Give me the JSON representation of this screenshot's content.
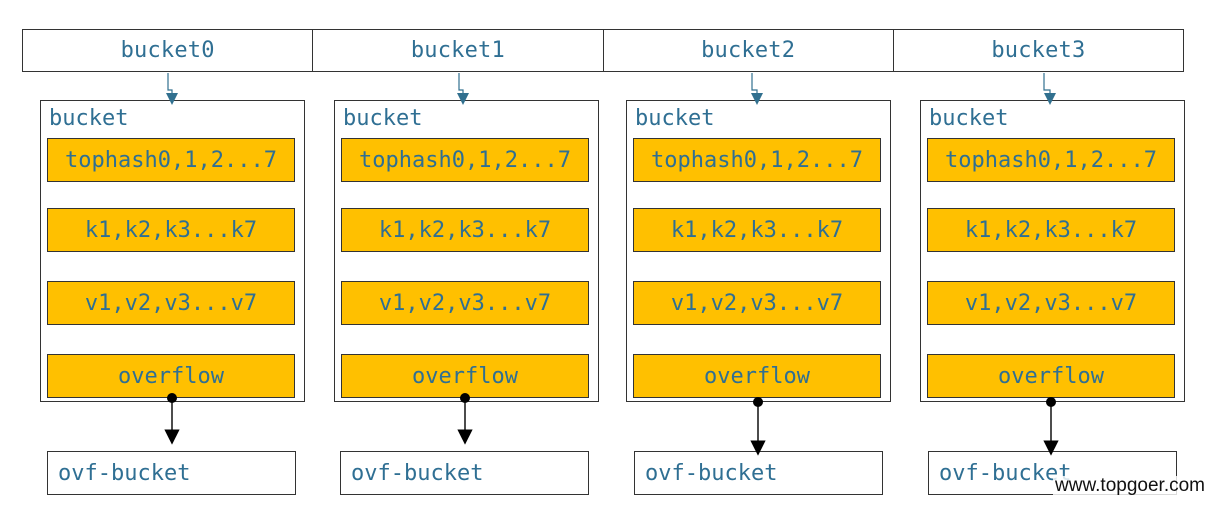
{
  "top_buckets": [
    "bucket0",
    "bucket1",
    "bucket2",
    "bucket3"
  ],
  "buckets": [
    {
      "title": "bucket",
      "tophash": "tophash0,1,2...7",
      "keys": "k1,k2,k3...k7",
      "values": "v1,v2,v3...v7",
      "overflow": "overflow",
      "ovf_bucket": "ovf-bucket"
    },
    {
      "title": "bucket",
      "tophash": "tophash0,1,2...7",
      "keys": "k1,k2,k3...k7",
      "values": "v1,v2,v3...v7",
      "overflow": "overflow",
      "ovf_bucket": "ovf-bucket"
    },
    {
      "title": "bucket",
      "tophash": "tophash0,1,2...7",
      "keys": "k1,k2,k3...k7",
      "values": "v1,v2,v3...v7",
      "overflow": "overflow",
      "ovf_bucket": "ovf-bucket"
    },
    {
      "title": "bucket",
      "tophash": "tophash0,1,2...7",
      "keys": "k1,k2,k3...k7",
      "values": "v1,v2,v3...v7",
      "overflow": "overflow",
      "ovf_bucket": "ovf-bucket"
    }
  ],
  "watermark": "www.topgoer.com",
  "faint_watermark": "",
  "colors": {
    "field_fill": "#ffc000",
    "text": "#2f6f93",
    "border": "#333333",
    "arrow_blue": "#31708f"
  }
}
